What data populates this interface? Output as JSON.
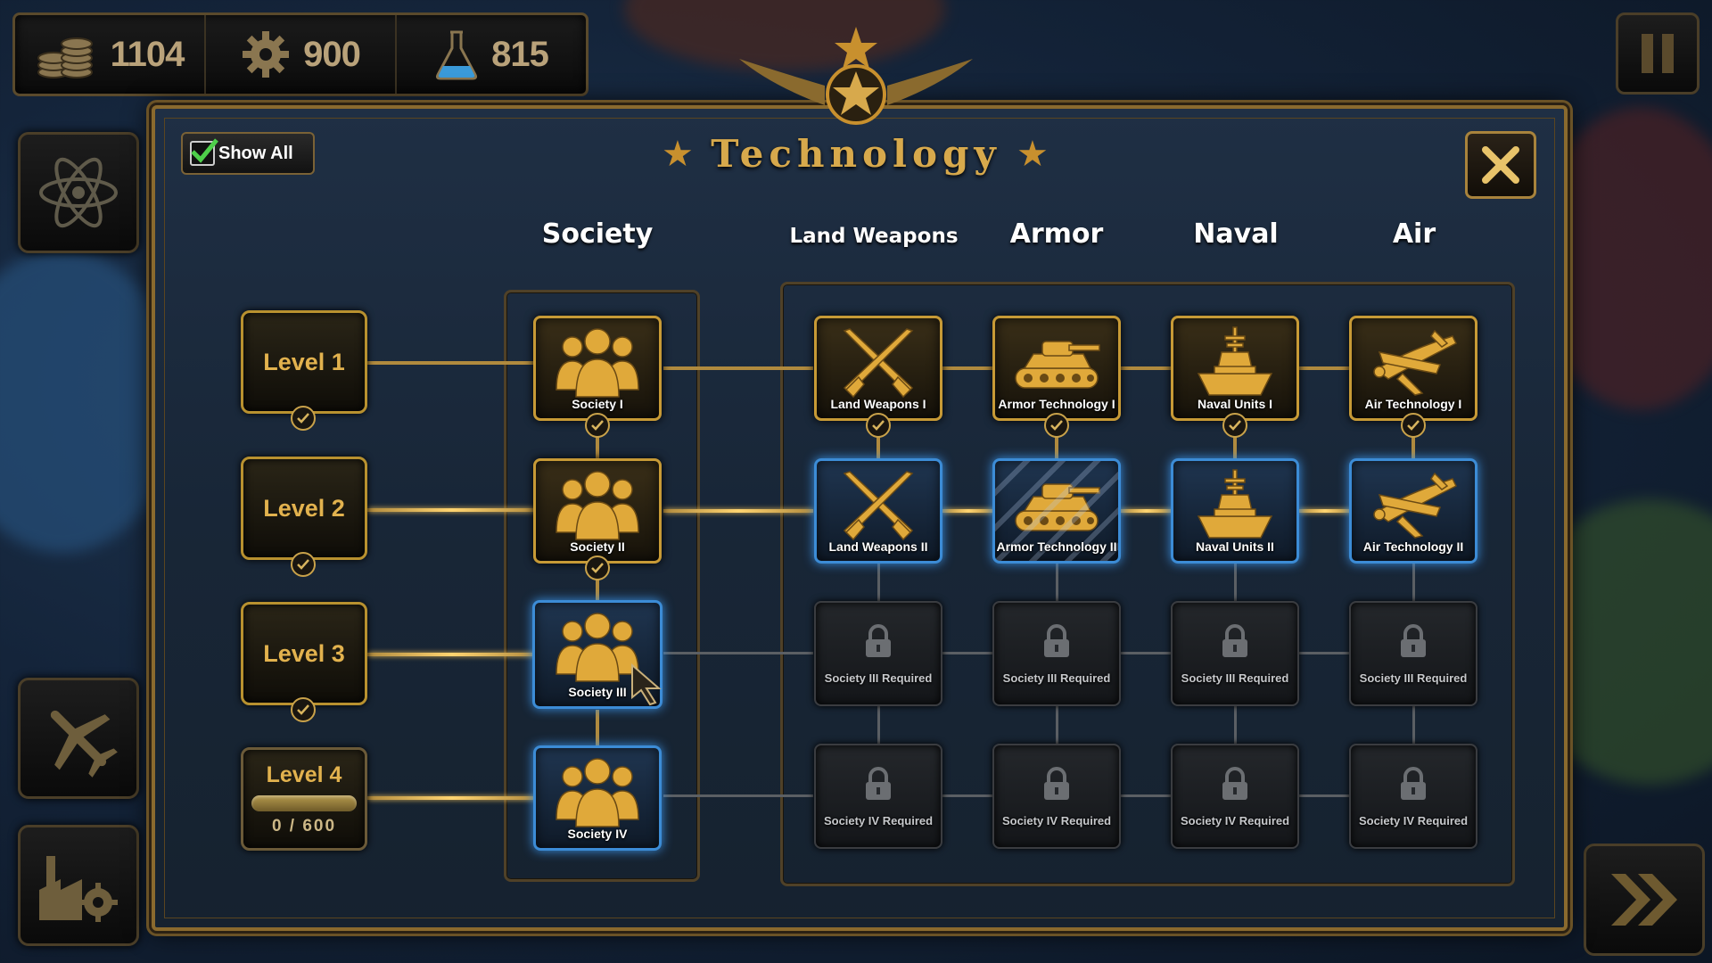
{
  "resources": [
    {
      "icon": "coins-icon",
      "value": "1104"
    },
    {
      "icon": "gear-icon",
      "value": "900"
    },
    {
      "icon": "flask-icon",
      "value": "815"
    }
  ],
  "panel": {
    "title": "Technology",
    "show_all_label": "Show All",
    "show_all_checked": true
  },
  "columns": [
    "Society",
    "Land Weapons",
    "Armor",
    "Naval",
    "Air"
  ],
  "levels": [
    {
      "label": "Level 1",
      "completed": true
    },
    {
      "label": "Level 2",
      "completed": true
    },
    {
      "label": "Level 3",
      "completed": true
    },
    {
      "label": "Level 4",
      "completed": false,
      "progress_text": "0 / 600",
      "progress_fraction": 0
    }
  ],
  "nodes": {
    "society": [
      "Society I",
      "Society II",
      "Society III",
      "Society IV"
    ],
    "row1": [
      "Land Weapons I",
      "Armor Technology I",
      "Naval Units I",
      "Air Technology I"
    ],
    "row2": [
      "Land Weapons II",
      "Armor Technology II",
      "Naval Units II",
      "Air Technology II"
    ],
    "row3_required": "Society III Required",
    "row4_required": "Society IV Required"
  },
  "colors": {
    "gold": "#c79a36",
    "blue": "#3c8cd6",
    "title": "#d7a94c"
  }
}
